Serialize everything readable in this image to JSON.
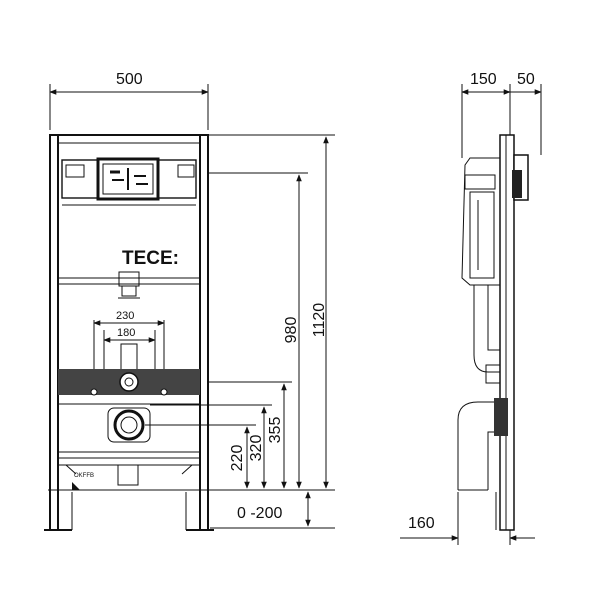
{
  "brand": "TECE:",
  "floor_marker": "OKFFB",
  "dimensions": {
    "width": "500",
    "depth": "150",
    "offset": "50",
    "height_total": "1120",
    "height_980": "980",
    "spacing_230": "230",
    "spacing_180": "180",
    "height_355": "355",
    "height_320": "320",
    "height_220": "220",
    "adjust_range": "0 -200",
    "side_160": "160"
  }
}
